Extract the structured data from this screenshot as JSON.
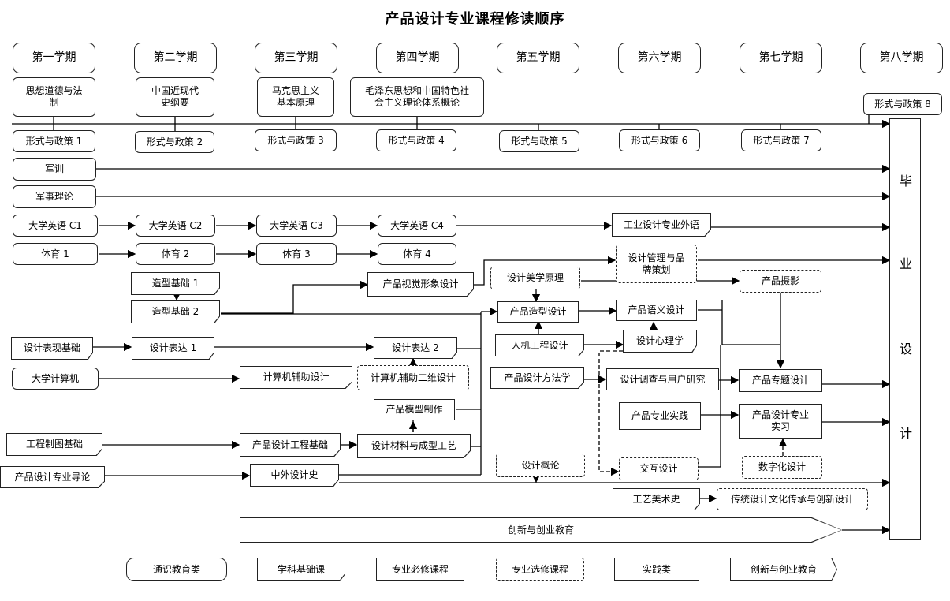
{
  "title": "产品设计专业课程修读顺序",
  "semesters": [
    "第一学期",
    "第二学期",
    "第三学期",
    "第四学期",
    "第五学期",
    "第六学期",
    "第七学期",
    "第八学期"
  ],
  "graduation": [
    "毕",
    "业",
    "设",
    "计"
  ],
  "general": {
    "c1": "思想道德与法制",
    "c2a": "中国近现代",
    "c2b": "史纲要",
    "c3a": "马克思主义",
    "c3b": "基本原理",
    "c4a": "毛泽东思想和中国特色社",
    "c4b": "会主义理论体系概论",
    "policy": [
      "形式与政策 1",
      "形式与政策 2",
      "形式与政策 3",
      "形式与政策 4",
      "形式与政策 5",
      "形式与政策 6",
      "形式与政策 7",
      "形式与政策 8"
    ],
    "military_training": "军训",
    "military_theory": "军事理论",
    "english": [
      "大学英语 C1",
      "大学英语 C2",
      "大学英语 C3",
      "大学英语 C4"
    ],
    "pe": [
      "体育 1",
      "体育 2",
      "体育 3",
      "体育 4"
    ]
  },
  "courses": {
    "industrial_english": "工业设计专业外语",
    "design_mgmt_a": "设计管理与品",
    "design_mgmt_b": "牌策划",
    "modeling1": "造型基础 1",
    "modeling2": "造型基础 2",
    "visual_identity": "产品视觉形象设计",
    "design_aesthetics": "设计美学原理",
    "product_photo": "产品摄影",
    "product_form": "产品造型设计",
    "product_semantics": "产品语义设计",
    "design_expr_basic": "设计表现基础",
    "design_expr1": "设计表达 1",
    "design_expr2": "设计表达 2",
    "ergonomics": "人机工程设计",
    "design_psych": "设计心理学",
    "college_computer": "大学计算机",
    "cad": "计算机辅助设计",
    "cad2d": "计算机辅助二维设计",
    "design_method": "产品设计方法学",
    "user_research": "设计调查与用户研究",
    "topic_design": "产品专题设计",
    "model_making": "产品模型制作",
    "practice": "产品专业实践",
    "internship_a": "产品设计专业",
    "internship_b": "实习",
    "eng_drawing": "工程制图基础",
    "eng_basics": "产品设计工程基础",
    "materials": "设计材料与成型工艺",
    "design_intro": "设计概论",
    "interaction": "交互设计",
    "digital": "数字化设计",
    "intro_major": "产品设计专业导论",
    "design_history": "中外设计史",
    "craft_art_history": "工艺美术史",
    "culture": "传统设计文化传承与创新设计",
    "innovation": "创新与创业教育"
  },
  "legend": [
    "通识教育类",
    "学科基础课",
    "专业必修课程",
    "专业选修课程",
    "实践类",
    "创新与创业教育"
  ]
}
